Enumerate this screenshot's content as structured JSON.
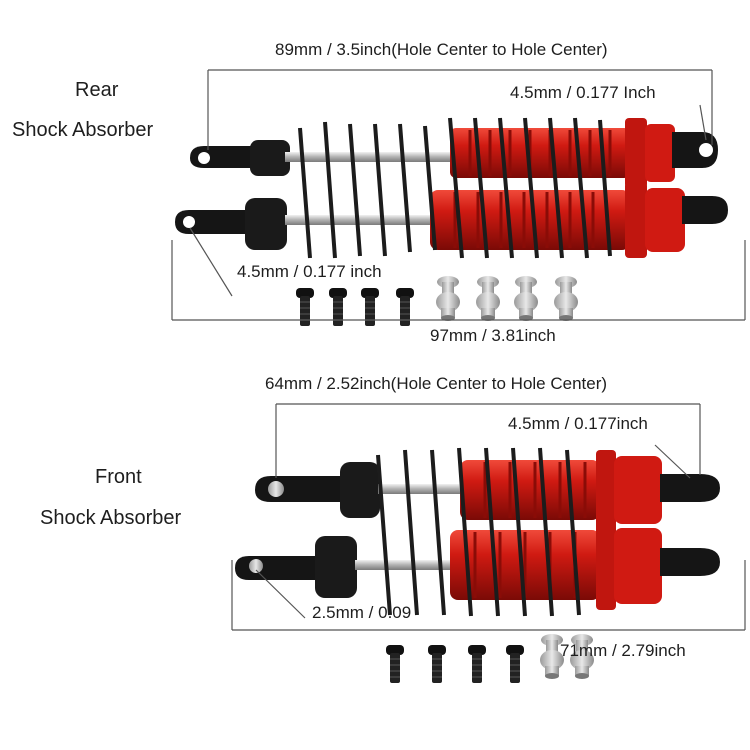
{
  "colors": {
    "body_red": "#d01a12",
    "spring_black": "#1c1c1c",
    "rod_silver": "#c8c8c8",
    "plastic_black": "#151515",
    "dimension_line": "#555555"
  },
  "rear": {
    "title_line1": "Rear",
    "title_line2": "Shock Absorber",
    "length_label": "89mm / 3.5inch(Hole Center to Hole Center)",
    "top_hole_label": "4.5mm / 0.177 Inch",
    "bottom_hole_label": "4.5mm / 0.177 inch",
    "total_label": "97mm / 3.81inch"
  },
  "front": {
    "title_line1": "Front",
    "title_line2": "Shock Absorber",
    "length_label": "64mm / 2.52inch(Hole Center to Hole Center)",
    "top_hole_label": "4.5mm / 0.177inch",
    "bottom_hole_label": "2.5mm / 0.09",
    "total_label": "71mm / 2.79inch"
  }
}
